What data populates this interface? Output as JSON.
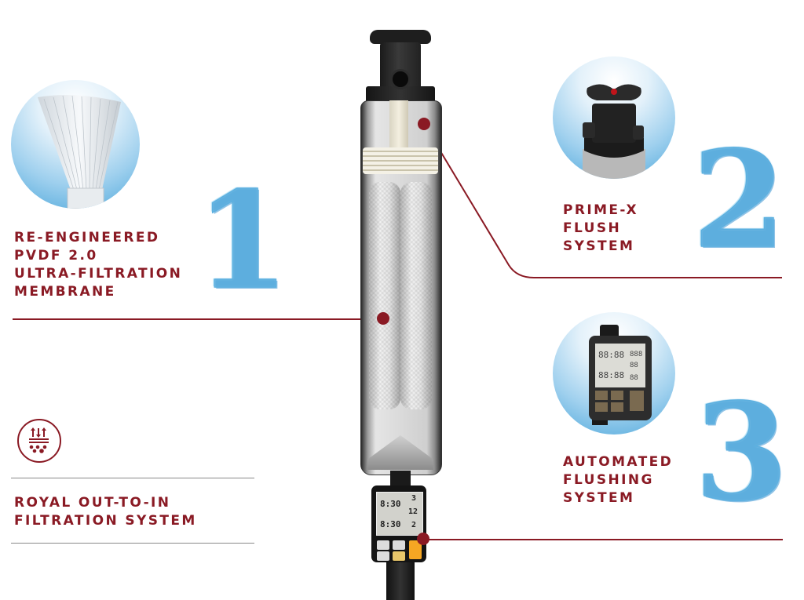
{
  "colors": {
    "accent": "#8a1a24",
    "water_blue": "#4fa8db",
    "divider_gray": "#888888",
    "timer_orange": "#f5a623"
  },
  "features": [
    {
      "number": "1",
      "title": "RE-ENGINEERED\nPVDF 2.0\nULTRA-FILTRATION\nMEMBRANE",
      "image": "hollow-fiber-membrane-bundle"
    },
    {
      "number": "2",
      "title": "PRIME-X\nFLUSH\nSYSTEM",
      "image": "control-valve-head"
    },
    {
      "number": "3",
      "title": "AUTOMATED\nFLUSHING\nSYSTEM",
      "image": "digital-flush-timer"
    }
  ],
  "bottom_feature": {
    "icon": "filtration-arrows-icon",
    "title": "ROYAL OUT-TO-IN\nFILTRATION SYSTEM"
  },
  "timer_display": {
    "time_now": "8:30",
    "start_time": "8:30",
    "how_often": "12",
    "how_long": "3",
    "duration": "2"
  }
}
